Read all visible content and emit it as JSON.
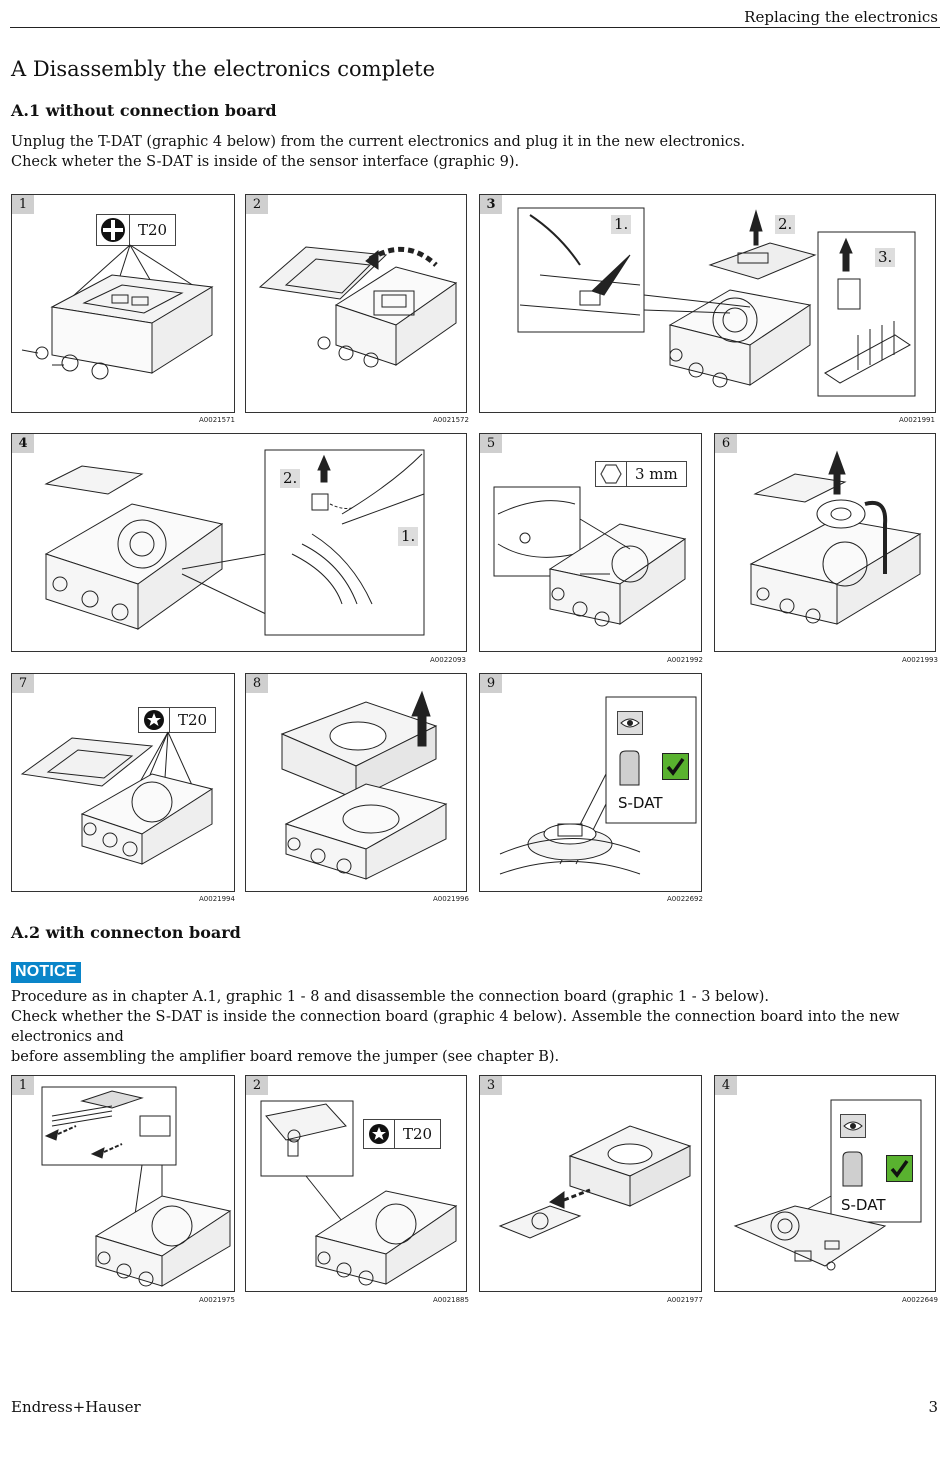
{
  "header": {
    "title": "Replacing the electronics"
  },
  "section_a": {
    "title": "A  Disassembly the electronics complete",
    "a1": {
      "title": "A.1 without connection board",
      "lines": [
        "Unplug the T-DAT (graphic 4 below) from the current electronics and plug it in the new electronics.",
        "Check wheter the S-DAT is inside of the sensor interface (graphic 9)."
      ],
      "panels": [
        {
          "num": "1",
          "code": "A0021571",
          "tool": "T20"
        },
        {
          "num": "2",
          "code": "A0021572"
        },
        {
          "num": "3",
          "code": "A0021991",
          "steps": [
            "1.",
            "2.",
            "3."
          ]
        },
        {
          "num": "4",
          "code": "A0022093",
          "steps": [
            "2.",
            "1."
          ]
        },
        {
          "num": "5",
          "code": "A0021992",
          "tool": "3 mm"
        },
        {
          "num": "6",
          "code": "A0021993"
        },
        {
          "num": "7",
          "code": "A0021994",
          "tool": "T20"
        },
        {
          "num": "8",
          "code": "A0021996"
        },
        {
          "num": "9",
          "code": "A0022692",
          "label": "S-DAT"
        }
      ]
    },
    "a2": {
      "title": "A.2 with connecton board",
      "notice": "NOTICE",
      "lines": [
        "Procedure as in chapter A.1, graphic 1 - 8 and disassemble the connection board (graphic 1 - 3 below).",
        "Check whether the S-DAT is inside the connection board (graphic 4 below). Assemble the connection board into the new electronics and",
        "before assembling the amplifier board remove the jumper (see chapter B)."
      ],
      "panels": [
        {
          "num": "1",
          "code": "A0021975"
        },
        {
          "num": "2",
          "code": "A0021885",
          "tool": "T20"
        },
        {
          "num": "3",
          "code": "A0021977"
        },
        {
          "num": "4",
          "code": "A0022649",
          "label": "S-DAT"
        }
      ]
    }
  },
  "footer": {
    "brand": "Endress+Hauser",
    "page": "3"
  },
  "icons": [
    "phillips-screwdriver-icon",
    "torx-icon",
    "hex-key-icon",
    "eye-icon",
    "check-icon",
    "arrow-up-icon",
    "arrow-icon"
  ],
  "colors": {
    "notice_bg": "#0a85c9",
    "check_green": "#59b22f",
    "panel_label_bg": "#cfcfcf"
  }
}
